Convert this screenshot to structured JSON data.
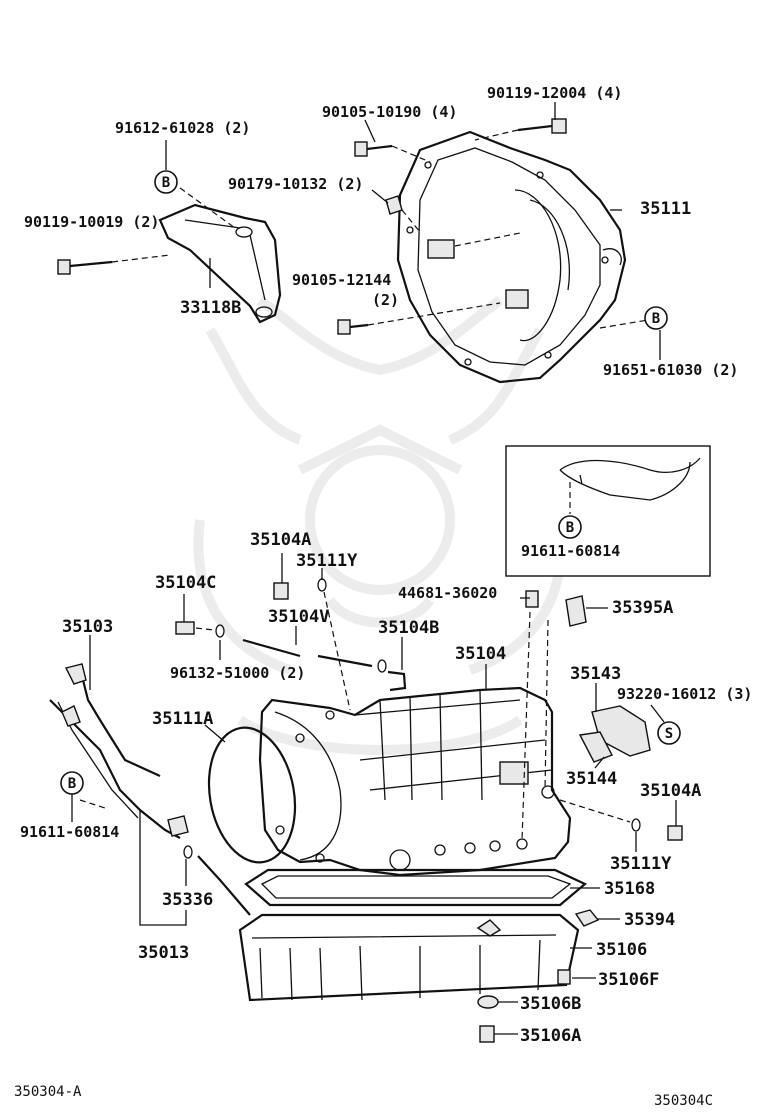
{
  "diagram": {
    "figure_id_left": "350304-A",
    "figure_id_right": "350304C",
    "marker_b": "B",
    "marker_s": "S",
    "labels": {
      "p91612_61028": "91612-61028 (2)",
      "p90105_10190": "90105-10190 (4)",
      "p90119_12004": "90119-12004 (4)",
      "p90179_10132": "90179-10132 (2)",
      "p90119_10019": "90119-10019 (2)",
      "p35111": "35111",
      "p90105_12144": "90105-12144",
      "p90105_12144_qty": "(2)",
      "p33118B": "33118B",
      "p91651_61030": "91651-61030 (2)",
      "p91611_60814_inset": "91611-60814",
      "p35104A_top": "35104A",
      "p35111Y_top": "35111Y",
      "p35104C": "35104C",
      "p44681_36020": "44681-36020",
      "p35395A": "35395A",
      "p35103": "35103",
      "p35104V": "35104V",
      "p35104B": "35104B",
      "p35104": "35104",
      "p35143": "35143",
      "p96132_51000": "96132-51000 (2)",
      "p93220_16012": "93220-16012 (3)",
      "p35111A": "35111A",
      "p35144": "35144",
      "p35104A_right": "35104A",
      "p91611_60814_left": "91611-60814",
      "p35111Y_right": "35111Y",
      "p35168": "35168",
      "p35336": "35336",
      "p35394": "35394",
      "p35013": "35013",
      "p35106": "35106",
      "p35106F": "35106F",
      "p35106B": "35106B",
      "p35106A": "35106A"
    }
  }
}
